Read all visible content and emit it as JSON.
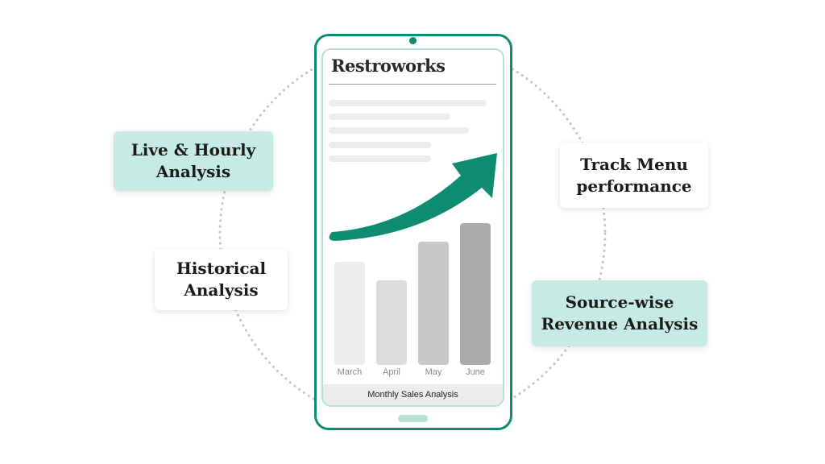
{
  "logo": "Restroworks",
  "features": {
    "live_hourly": "Live & Hourly Analysis",
    "historical": "Historical Analysis",
    "track_menu": "Track Menu performance",
    "source_wise": "Source-wise Revenue Analysis"
  },
  "chart_data": {
    "type": "bar",
    "title": "Monthly Sales Analysis",
    "categories": [
      "March",
      "April",
      "May",
      "June"
    ],
    "values": [
      128,
      105,
      153,
      176
    ],
    "colors": [
      "#ececec",
      "#dcdcdc",
      "#c8c8c8",
      "#ababab"
    ],
    "trend": "up"
  },
  "colors": {
    "accent": "#0e8c72",
    "tint": "#c5ebe3"
  }
}
